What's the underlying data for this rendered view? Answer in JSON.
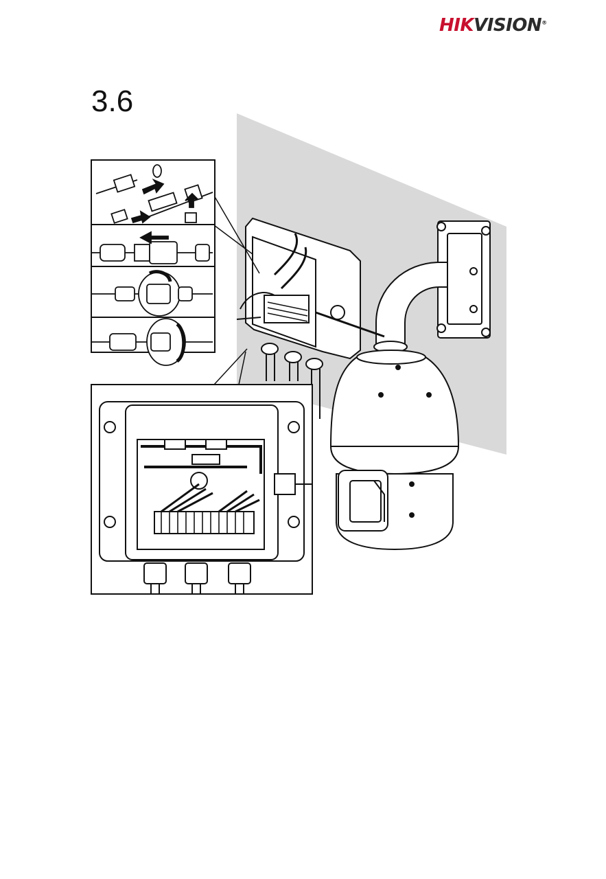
{
  "header": {
    "brand": {
      "hik": "HIK",
      "vision": "VISION",
      "registered": "®",
      "hik_color": "#c8102e",
      "vision_color": "#2b2b2b"
    }
  },
  "section": {
    "number": "3.6"
  },
  "figure": {
    "wall_color": "#d9d9d9",
    "line_color": "#111111"
  }
}
